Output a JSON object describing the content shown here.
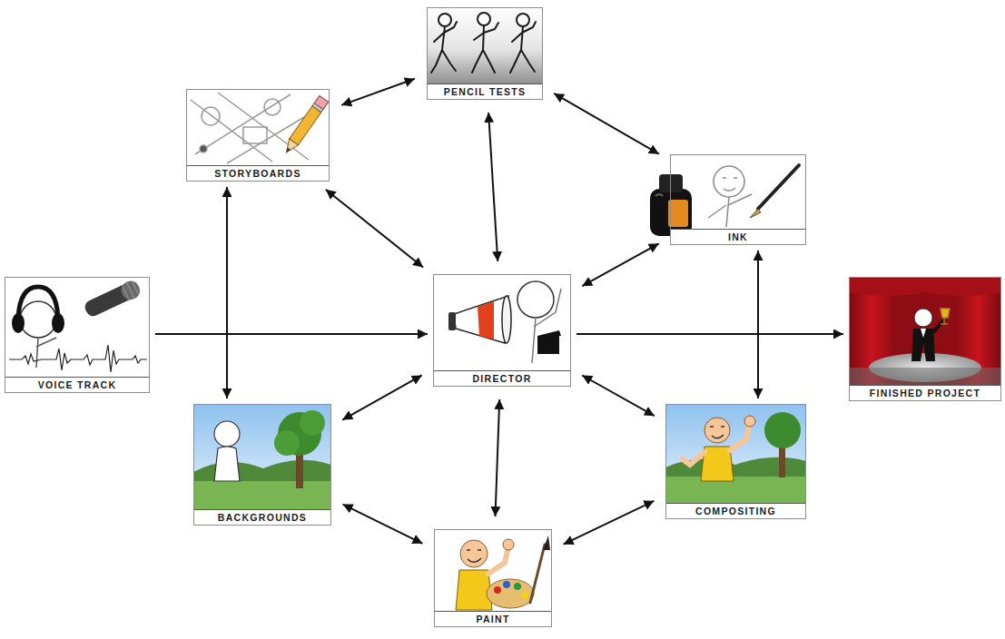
{
  "diagram": {
    "nodes": [
      {
        "text": [
          "PENCIL TESTS"
        ]
      },
      {
        "text": [
          "STORYBOARDS"
        ]
      },
      {
        "text": [
          "INK"
        ]
      },
      {
        "text": [
          "VOICE TRACK"
        ]
      },
      {
        "text": [
          "DIRECTOR"
        ]
      },
      {
        "text": [
          "FINISHED PROJECT"
        ]
      },
      {
        "text": [
          "BACKGROUNDS"
        ]
      },
      {
        "text": [
          "COMPOSITING"
        ]
      },
      {
        "text": [
          "PAINT"
        ]
      }
    ],
    "edges": [
      {
        "from": 0,
        "to": 1,
        "arrow": "both"
      },
      {
        "from": 0,
        "to": 2,
        "arrow": "both"
      },
      {
        "from": 0,
        "to": 4,
        "arrow": "both"
      },
      {
        "from": 1,
        "to": 4,
        "arrow": "both"
      },
      {
        "from": 2,
        "to": 4,
        "arrow": "both"
      },
      {
        "from": 3,
        "to": 4,
        "arrow": "to"
      },
      {
        "from": 3,
        "to": 1,
        "arrow": "to"
      },
      {
        "from": 3,
        "to": 6,
        "arrow": "to"
      },
      {
        "from": 4,
        "to": 5,
        "arrow": "to"
      },
      {
        "from": 4,
        "to": 2,
        "arrow": "to"
      },
      {
        "from": 4,
        "to": 7,
        "arrow": "to"
      },
      {
        "from": 6,
        "to": 4,
        "arrow": "both"
      },
      {
        "from": 7,
        "to": 4,
        "arrow": "both"
      },
      {
        "from": 8,
        "to": 4,
        "arrow": "both"
      },
      {
        "from": 6,
        "to": 8,
        "arrow": "both"
      },
      {
        "from": 8,
        "to": 7,
        "arrow": "both"
      }
    ]
  }
}
